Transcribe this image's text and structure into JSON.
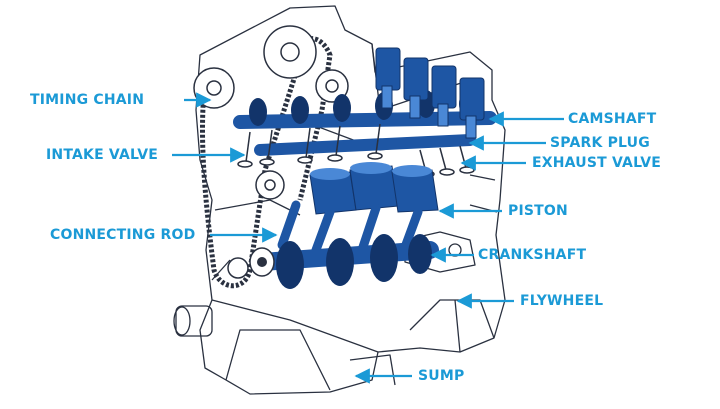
{
  "accent_color": "#1b9ad6",
  "illustration": {
    "outline_color": "#2a3140",
    "component_color": "#1e56a4",
    "component_dark": "#12346a",
    "component_light": "#4a88d6"
  },
  "labels": {
    "timing_chain": "TIMING CHAIN",
    "intake_valve": "INTAKE VALVE",
    "connecting_rod": "CONNECTING ROD",
    "camshaft": "CAMSHAFT",
    "spark_plug": "SPARK PLUG",
    "exhaust_valve": "EXHAUST VALVE",
    "piston": "PISTON",
    "crankshaft": "CRANKSHAFT",
    "flywheel": "FLYWHEEL",
    "sump": "SUMP"
  }
}
